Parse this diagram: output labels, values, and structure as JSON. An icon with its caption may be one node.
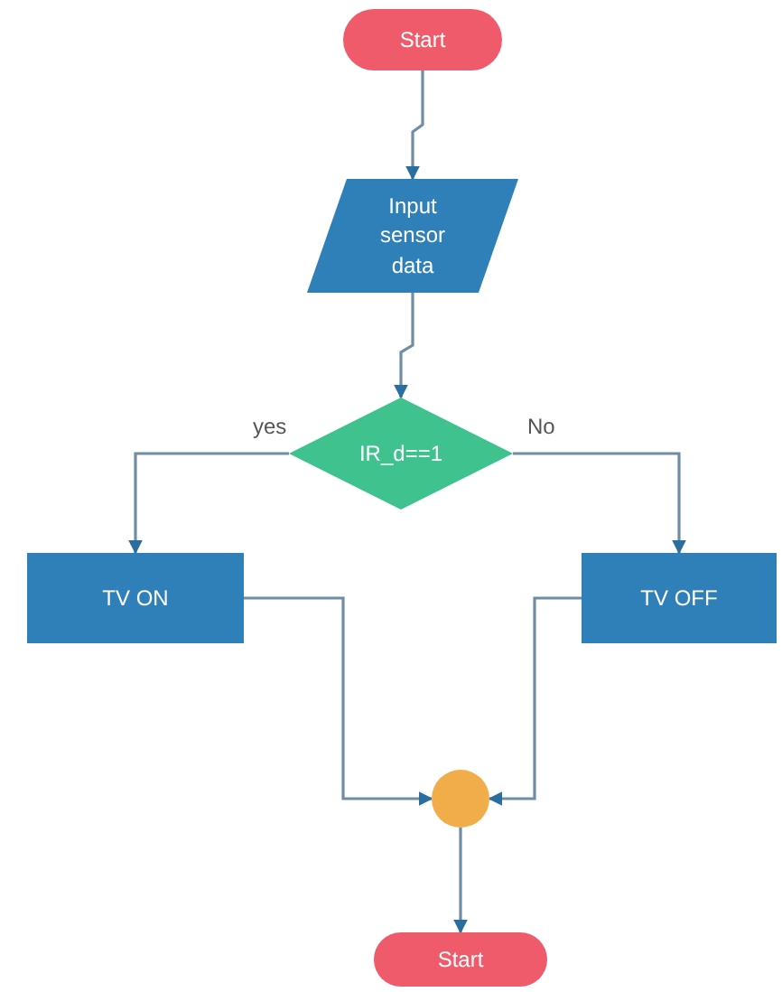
{
  "diagram": {
    "nodes": [
      {
        "text": [
          "Start"
        ]
      },
      {
        "text": [
          "Input sensor data"
        ]
      },
      {
        "text": [
          "IR_d==1"
        ]
      },
      {
        "text": [
          "TV ON"
        ]
      },
      {
        "text": [
          "TV OFF"
        ]
      },
      {
        "text": [],
        "shape": "circle"
      },
      {
        "text": [
          "Start"
        ]
      }
    ],
    "edges": [
      {
        "from": 0,
        "to": 1,
        "arrow": "to"
      },
      {
        "from": 1,
        "to": 2,
        "arrow": "to"
      },
      {
        "from": 2,
        "to": 3,
        "arrow": "to",
        "label": "yes"
      },
      {
        "from": 2,
        "to": 4,
        "arrow": "to",
        "label": "No"
      },
      {
        "from": 3,
        "to": 5,
        "arrow": "to"
      },
      {
        "from": 4,
        "to": 5,
        "arrow": "to"
      },
      {
        "from": 5,
        "to": 6,
        "arrow": "to"
      }
    ]
  }
}
